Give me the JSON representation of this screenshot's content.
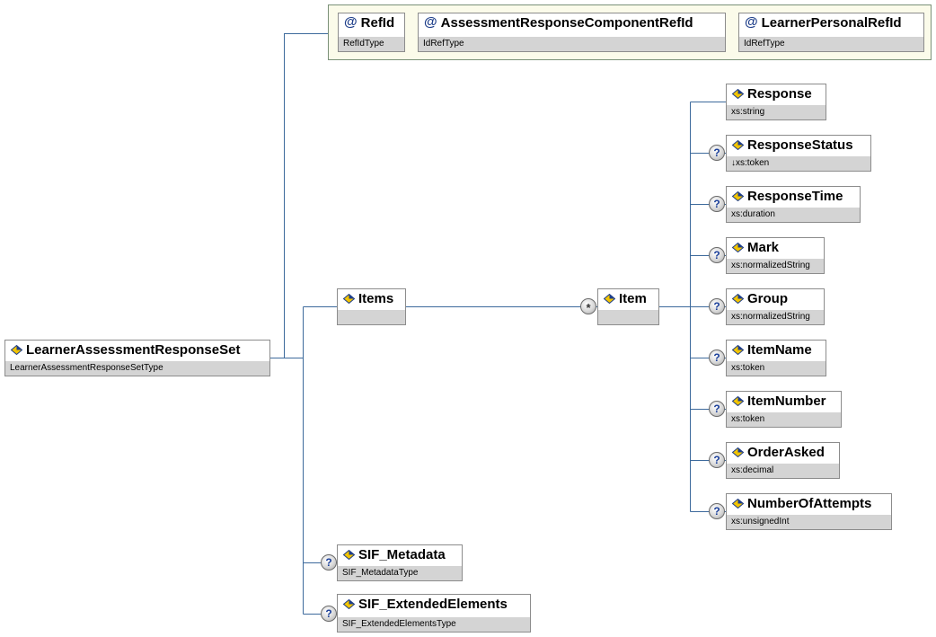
{
  "root": {
    "name": "LearnerAssessmentResponseSet",
    "type": "LearnerAssessmentResponseSetType",
    "icon": "element-icon"
  },
  "attributes": [
    {
      "name": "RefId",
      "type": "RefIdType",
      "icon": "attribute-at-icon"
    },
    {
      "name": "AssessmentResponseComponentRefId",
      "type": "IdRefType",
      "icon": "attribute-at-icon"
    },
    {
      "name": "LearnerPersonalRefId",
      "type": "IdRefType",
      "icon": "attribute-at-icon"
    }
  ],
  "items": {
    "name": "Items",
    "type": "",
    "icon": "element-icon"
  },
  "item": {
    "name": "Item",
    "type": "",
    "cardinality": "*"
  },
  "children": [
    {
      "name": "Response",
      "type": "xs:string",
      "optional": false
    },
    {
      "name": "ResponseStatus",
      "type": "↓xs:token",
      "optional": true
    },
    {
      "name": "ResponseTime",
      "type": "xs:duration",
      "optional": true
    },
    {
      "name": "Mark",
      "type": "xs:normalizedString",
      "optional": true
    },
    {
      "name": "Group",
      "type": "xs:normalizedString",
      "optional": true
    },
    {
      "name": "ItemName",
      "type": "xs:token",
      "optional": true
    },
    {
      "name": "ItemNumber",
      "type": "xs:token",
      "optional": true
    },
    {
      "name": "OrderAsked",
      "type": "xs:decimal",
      "optional": true
    },
    {
      "name": "NumberOfAttempts",
      "type": "xs:unsignedInt",
      "optional": true
    }
  ],
  "metadata": {
    "name": "SIF_Metadata",
    "type": "SIF_MetadataType",
    "optional": true
  },
  "extended": {
    "name": "SIF_ExtendedElements",
    "type": "SIF_ExtendedElementsType",
    "optional": true
  },
  "optional_marker": "?",
  "colors": {
    "connector": "#3d6a9c",
    "type_band": "#d4d4d4",
    "attr_bg": "#fbfbea",
    "icon_blue": "#1e3e8a",
    "icon_yellow": "#f2c400"
  }
}
